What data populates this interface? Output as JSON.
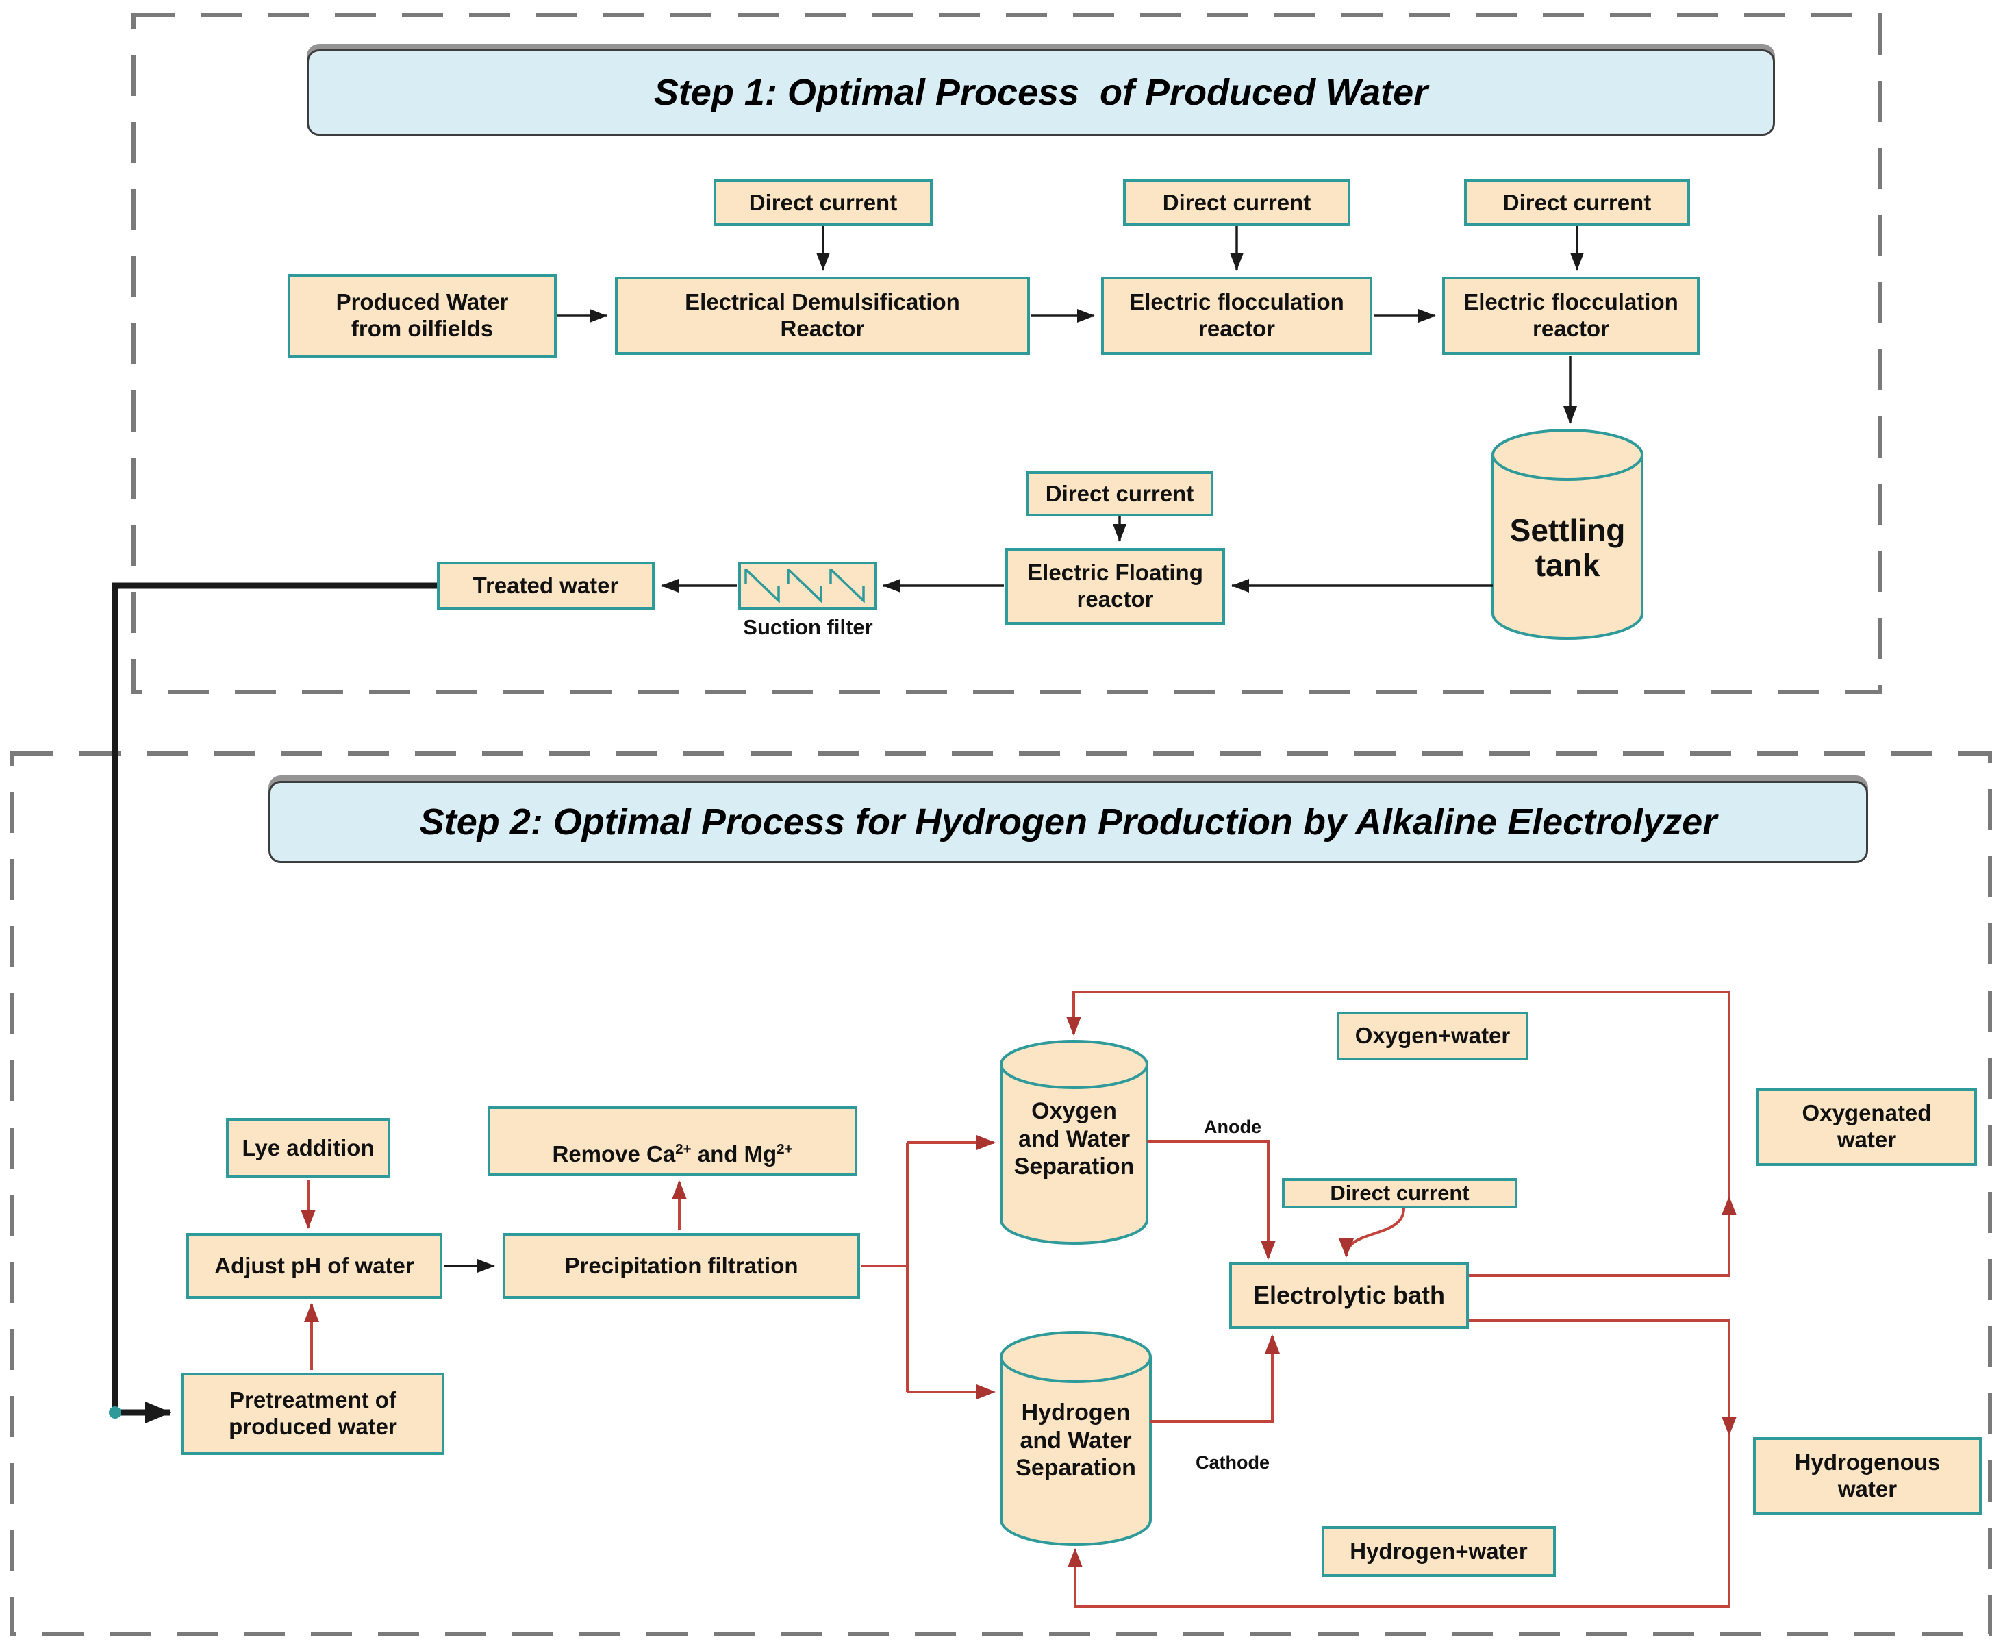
{
  "colors": {
    "box_fill": "#fbe5c5",
    "box_border_teal": "#2e9a9a",
    "title_fill": "#d9edf5",
    "red_line": "#c2423c",
    "red_arrowhead": "#aa3530",
    "black_line": "#1a1a1a",
    "dashed_border_gray": "#7a7a7a"
  },
  "step1": {
    "title": "Step 1: Optimal Process  of Produced Water",
    "direct_current": "Direct current",
    "produced_water": "Produced Water\nfrom oilfields",
    "demulsification_reactor": "Electrical Demulsification\nReactor",
    "flocculation_reactor_1": "Electric flocculation\nreactor",
    "flocculation_reactor_2": "Electric flocculation\nreactor",
    "settling_tank": "Settling\ntank",
    "floating_reactor": "Electric Floating\nreactor",
    "suction_filter": "Suction filter",
    "treated_water": "Treated water"
  },
  "step2": {
    "title": "Step 2: Optimal Process for Hydrogen Production by Alkaline Electrolyzer",
    "direct_current": "Direct current",
    "lye_addition": "Lye addition",
    "adjust_ph": "Adjust pH of water",
    "remove_ions": {
      "pre": "Remove Ca",
      "sup1": "2+",
      "mid": " and Mg",
      "sup2": "2+"
    },
    "precipitation_filtration": "Precipitation filtration",
    "pretreatment": "Pretreatment of\nproduced water",
    "oxygen_separator": "Oxygen\nand Water\nSeparation",
    "hydrogen_separator": "Hydrogen\nand Water\nSeparation",
    "electrolytic_bath": "Electrolytic bath",
    "anode": "Anode",
    "cathode": "Cathode",
    "oxygen_water": "Oxygen+water",
    "oxygenated_water": "Oxygenated\nwater",
    "hydrogenous_water": "Hydrogenous\nwater",
    "hydrogen_water": "Hydrogen+water"
  }
}
